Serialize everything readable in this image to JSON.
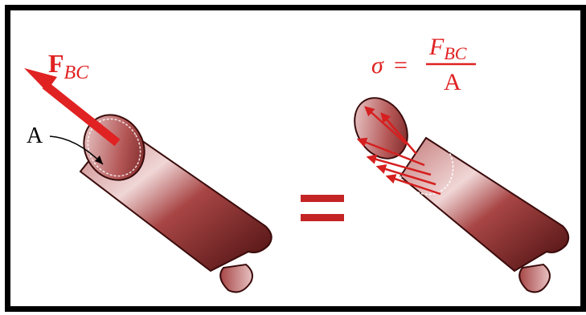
{
  "colors": {
    "force": "#e02222",
    "rod_dark": "#5a1414",
    "rod_mid": "#9c3535",
    "rod_light": "#d89a9a",
    "frame": "#000000"
  },
  "left": {
    "force_symbol": "F",
    "force_subscript": "BC",
    "area_label": "A"
  },
  "equals_sign": "=",
  "right": {
    "sigma": "σ",
    "equals": "=",
    "numerator_symbol": "F",
    "numerator_subscript": "BC",
    "denominator": "A"
  }
}
